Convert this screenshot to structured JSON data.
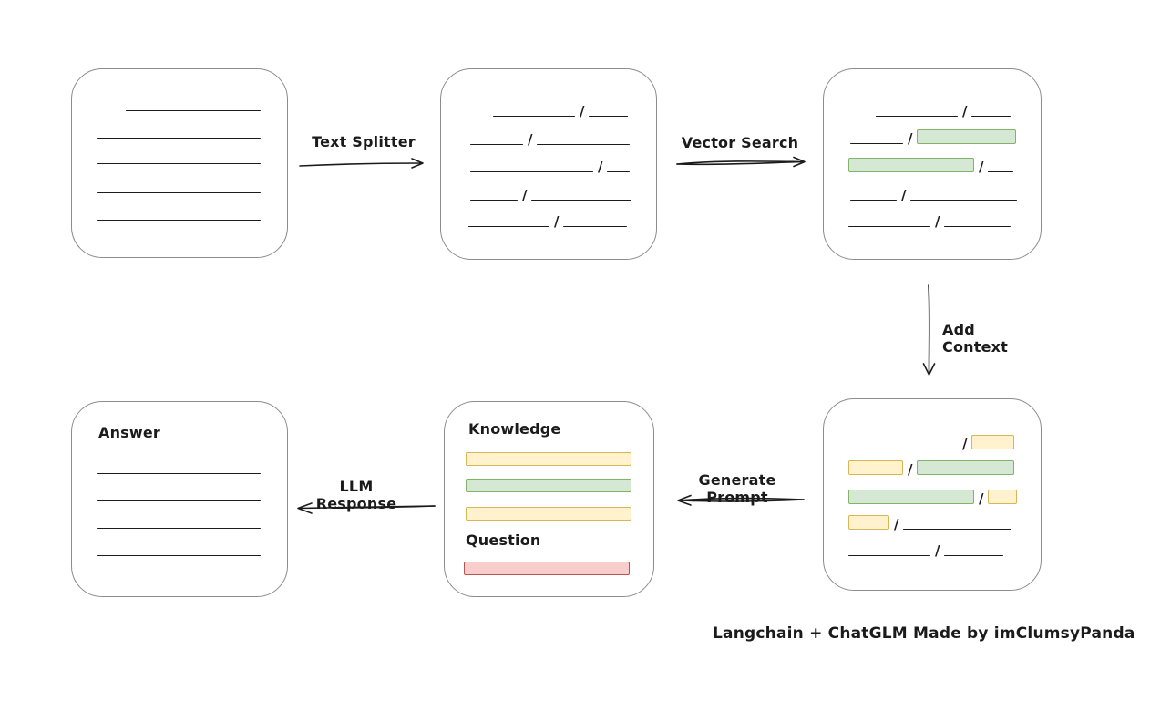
{
  "credit": "Langchain + ChatGLM Made by imClumsyPanda",
  "slash": "/",
  "labels": {
    "text_splitter": "Text Splitter",
    "vector_search": "Vector Search",
    "add_context": "Add Context",
    "generate_prompt": "Generate Prompt",
    "llm_response": "LLM Response",
    "knowledge": "Knowledge",
    "question": "Question",
    "answer": "Answer"
  },
  "colors": {
    "highlight_green_fill": "#d5e8d4",
    "highlight_green_stroke": "#82b366",
    "highlight_yellow_fill": "#fff2cc",
    "highlight_yellow_stroke": "#d6b656",
    "highlight_red_fill": "#f8cecc",
    "highlight_red_stroke": "#b85450",
    "box_border": "#8c8c8c",
    "ink": "#1b1b1b",
    "background": "#ffffff"
  }
}
